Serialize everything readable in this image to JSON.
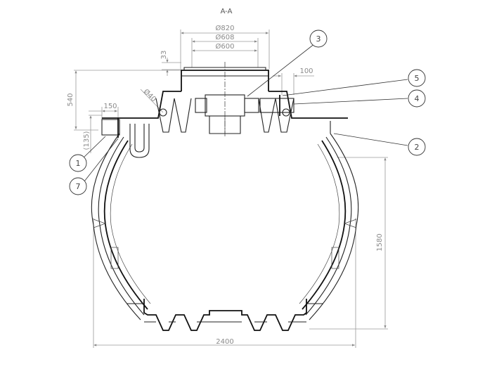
{
  "section_label": "A-A",
  "dimensions": {
    "d820": "Ø820",
    "d608": "Ø608",
    "d600": "Ø600",
    "h33": "33",
    "h540": "540",
    "w150": "150",
    "h135": "(135)",
    "d40": "Ø40",
    "w100": "100",
    "h1580": "1580",
    "w2400": "2400"
  },
  "balloons": [
    {
      "id": "1",
      "label": "1"
    },
    {
      "id": "2",
      "label": "2"
    },
    {
      "id": "3",
      "label": "3"
    },
    {
      "id": "4",
      "label": "4"
    },
    {
      "id": "5",
      "label": "5"
    },
    {
      "id": "7",
      "label": "7"
    }
  ],
  "colors": {
    "line": "#222222",
    "dimension": "#9a9a9a",
    "background": "#ffffff"
  }
}
